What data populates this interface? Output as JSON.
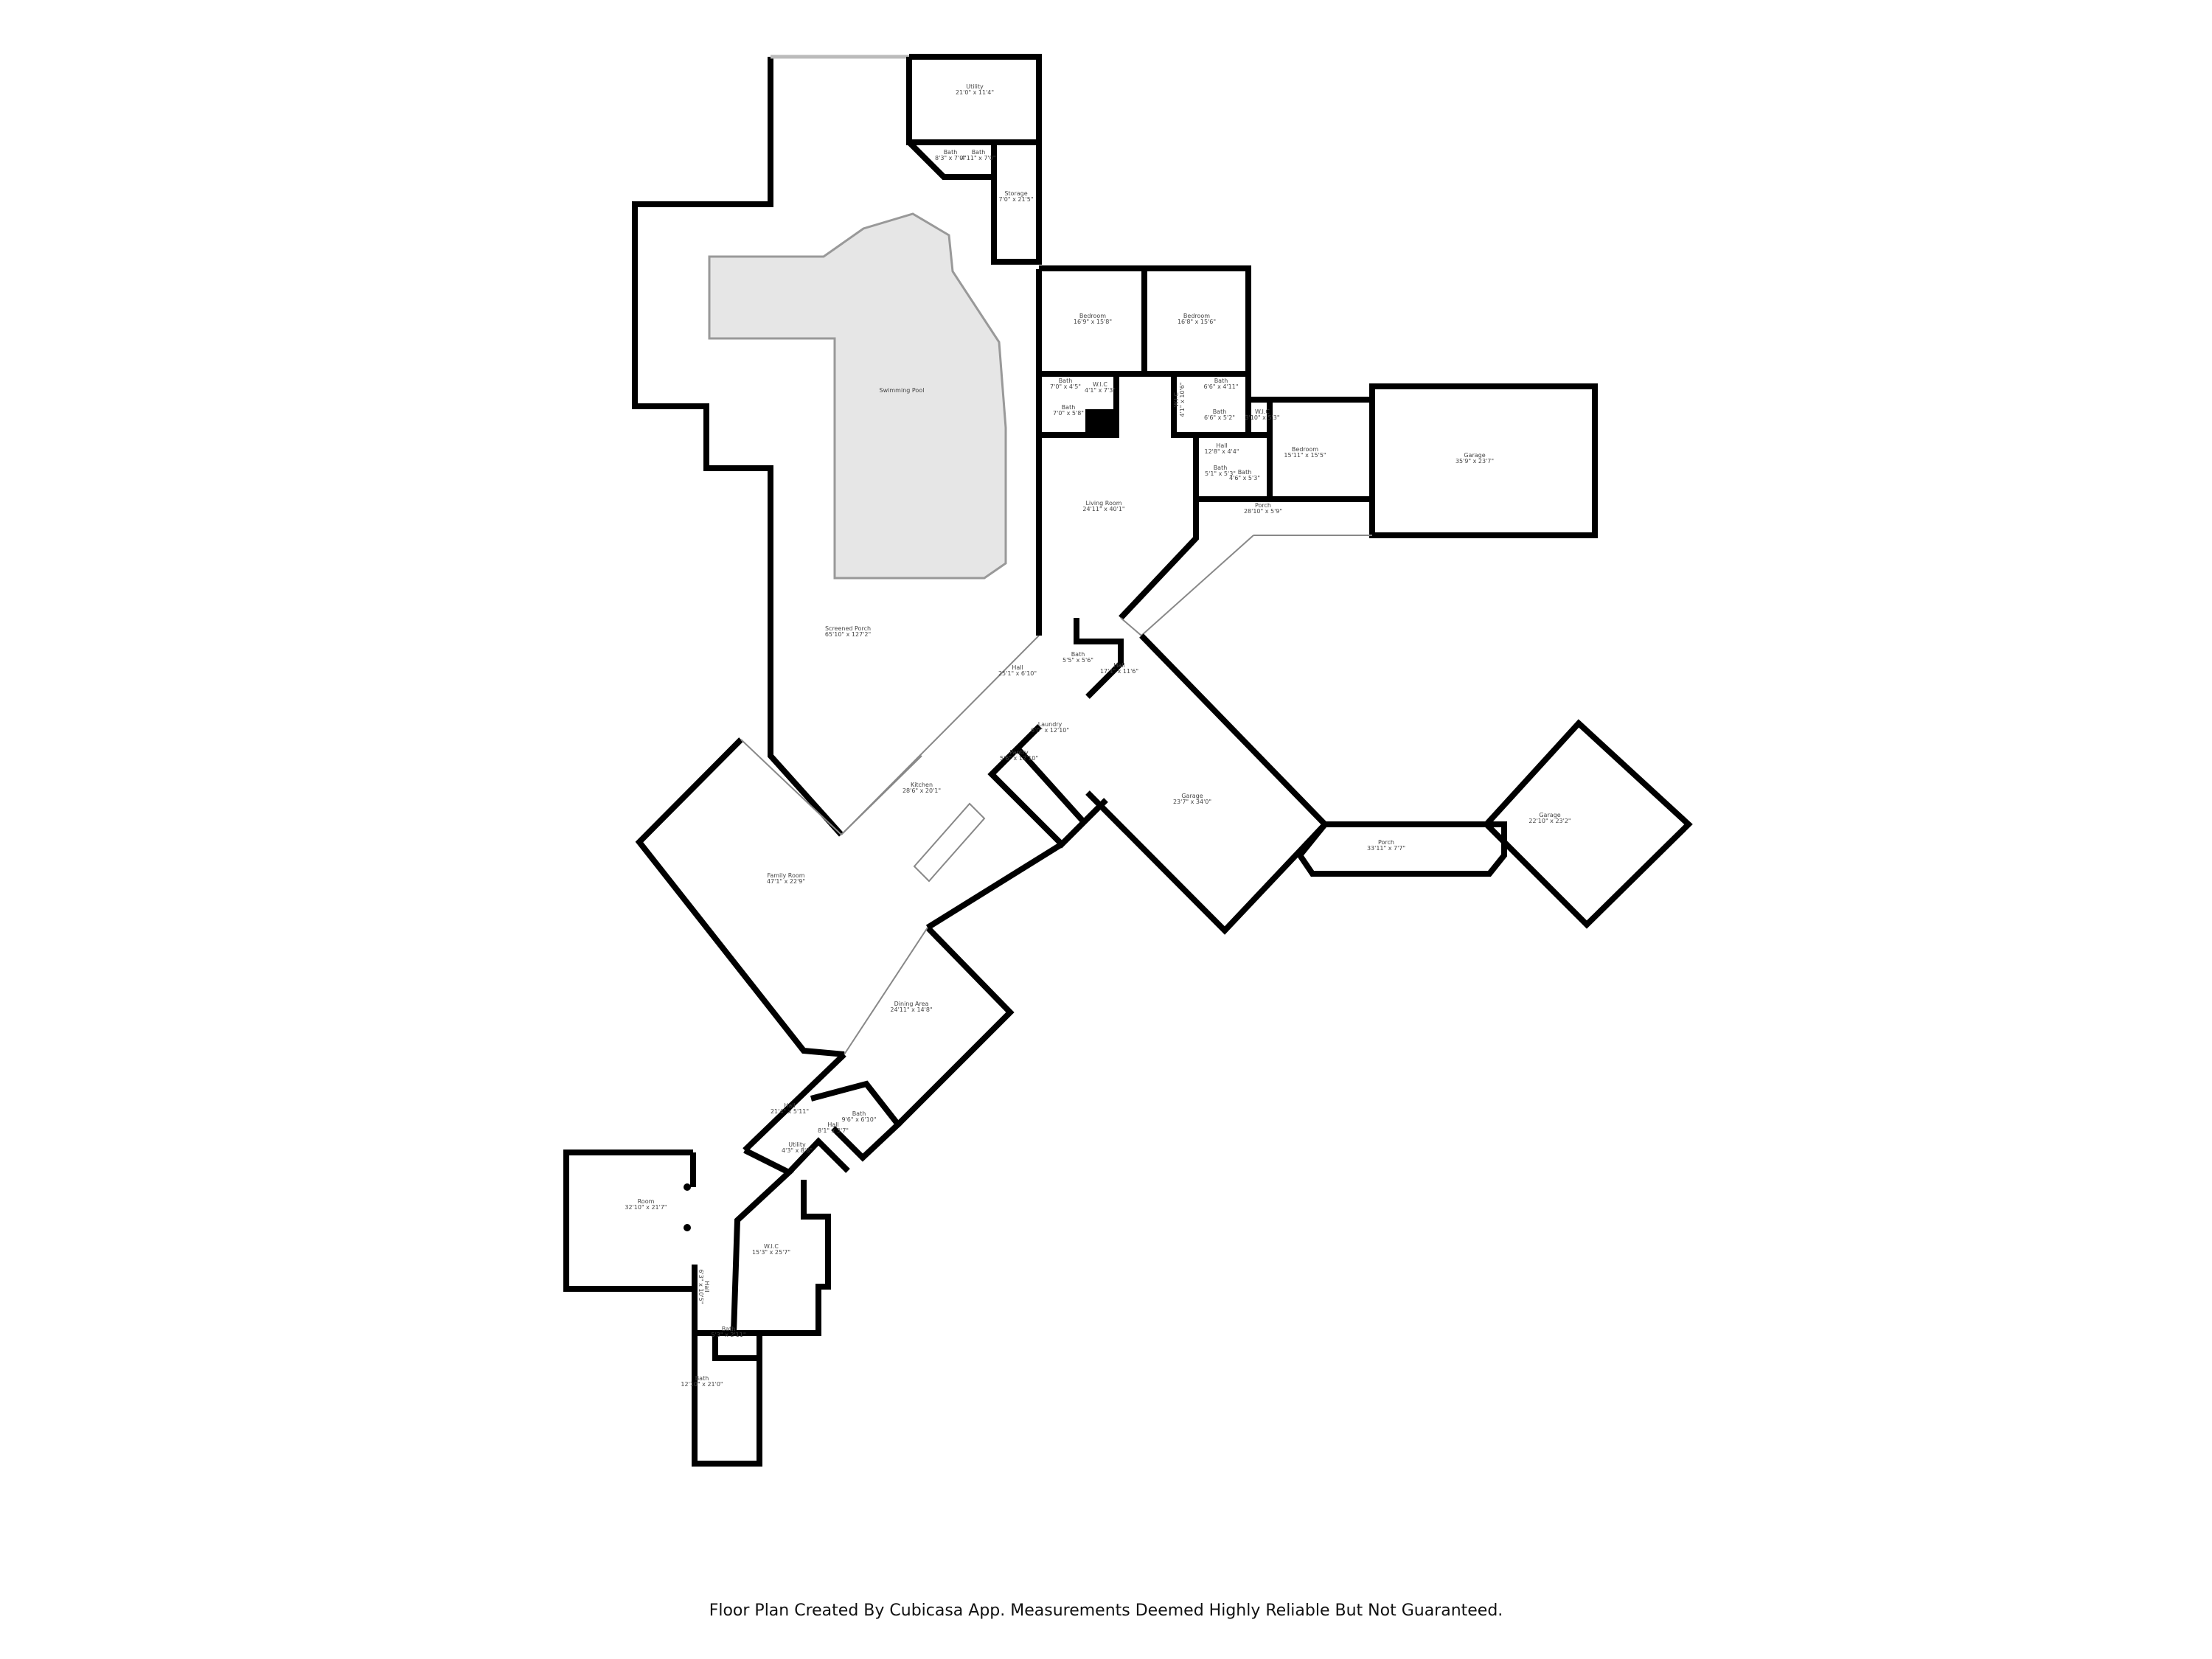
{
  "rooms": [
    {
      "name": "Utility",
      "dims": "21'0\" x 11'4\""
    },
    {
      "name": "Bath",
      "dims": "8'3\" x 7'0\""
    },
    {
      "name": "Bath",
      "dims": "4'11\" x 7'0\""
    },
    {
      "name": "Storage",
      "dims": "7'0\" x 21'5\""
    },
    {
      "name": "Swimming Pool",
      "dims": ""
    },
    {
      "name": "Bedroom",
      "dims": "16'9\" x 15'8\""
    },
    {
      "name": "Bedroom",
      "dims": "16'8\" x 15'6\""
    },
    {
      "name": "Bath",
      "dims": "7'0\" x 4'5\""
    },
    {
      "name": "W.I.C",
      "dims": "4'1\" x 7'3\""
    },
    {
      "name": "Bath",
      "dims": "7'0\" x 5'8\""
    },
    {
      "name": "W.I.C",
      "dims": "4'1\" x 10'6\""
    },
    {
      "name": "Bath",
      "dims": "6'6\" x 4'11\""
    },
    {
      "name": "Bath",
      "dims": "6'6\" x 5'2\""
    },
    {
      "name": "W.I.C",
      "dims": "3'10\" x 5'3\""
    },
    {
      "name": "Hall",
      "dims": "12'8\" x 4'4\""
    },
    {
      "name": "Bedroom",
      "dims": "15'11\" x 15'5\""
    },
    {
      "name": "Garage",
      "dims": "35'9\" x 23'7\""
    },
    {
      "name": "Bath",
      "dims": "5'1\" x 5'3\""
    },
    {
      "name": "Bath",
      "dims": "4'6\" x 5'3\""
    },
    {
      "name": "Porch",
      "dims": "28'10\" x 5'9\""
    },
    {
      "name": "Living Room",
      "dims": "24'11\" x 40'1\""
    },
    {
      "name": "Screened Porch",
      "dims": "65'10\" x 127'2\""
    },
    {
      "name": "Hall",
      "dims": "25'1\" x 6'10\""
    },
    {
      "name": "Bath",
      "dims": "5'5\" x 5'6\""
    },
    {
      "name": "Hall",
      "dims": "17'4\" x 11'6\""
    },
    {
      "name": "Laundry",
      "dims": "6'0\" x 12'10\""
    },
    {
      "name": "Pantry",
      "dims": "5'6\" x 12'10\""
    },
    {
      "name": "Kitchen",
      "dims": "28'6\" x 20'1\""
    },
    {
      "name": "Garage",
      "dims": "23'7\" x 34'0\""
    },
    {
      "name": "Porch",
      "dims": "33'11\" x 7'7\""
    },
    {
      "name": "Garage",
      "dims": "22'10\" x 23'2\""
    },
    {
      "name": "Family Room",
      "dims": "47'1\" x 22'9\""
    },
    {
      "name": "Dining Area",
      "dims": "24'11\" x 14'8\""
    },
    {
      "name": "Hall",
      "dims": "21'4\" x 5'11\""
    },
    {
      "name": "Bath",
      "dims": "9'6\" x 6'10\""
    },
    {
      "name": "Hall",
      "dims": "8'1\" x 3'7\""
    },
    {
      "name": "Utility",
      "dims": "4'3\" x 8'8\""
    },
    {
      "name": "Room",
      "dims": "32'10\" x 21'7\""
    },
    {
      "name": "W.I.C",
      "dims": "15'3\" x 25'7\""
    },
    {
      "name": "Hall",
      "dims": "6'3\" x 10'5\""
    },
    {
      "name": "Bath",
      "dims": "5'3\" x 2'11\""
    },
    {
      "name": "Bath",
      "dims": "12'10\" x 21'0\""
    }
  ],
  "footer": "Floor Plan Created By Cubicasa App. Measurements Deemed Highly Reliable But Not Guaranteed."
}
